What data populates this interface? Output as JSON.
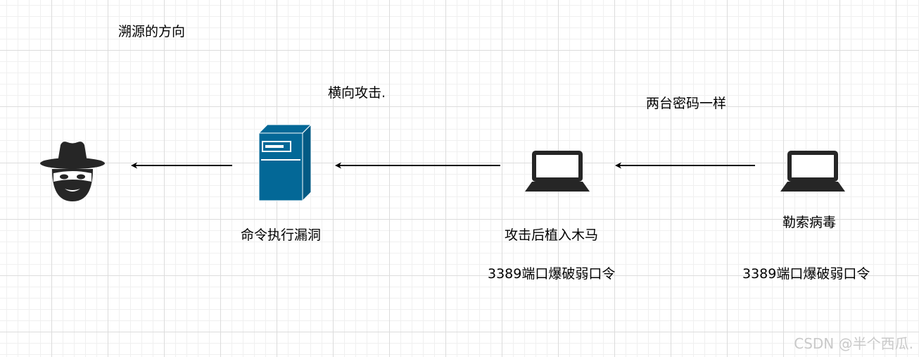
{
  "labels": {
    "trace_direction": "溯源的方向",
    "lateral_attack": "横向攻击.",
    "same_password": "两台密码一样",
    "cmd_exec_vuln": "命令执行漏洞",
    "trojan_after_attack": "攻击后植入木马",
    "rdp_bruteforce_1": "3389端口爆破弱口令",
    "ransomware": "勒索病毒",
    "rdp_bruteforce_2": "3389端口爆破弱口令"
  },
  "watermark": "CSDN @半个西瓜.",
  "icons": {
    "hacker": "hacker-icon",
    "server": "server-icon",
    "laptop_1": "laptop-icon",
    "laptop_2": "laptop-icon"
  },
  "colors": {
    "server_fill": "#036897",
    "icon_dark": "#262626",
    "arrow": "#000000"
  }
}
